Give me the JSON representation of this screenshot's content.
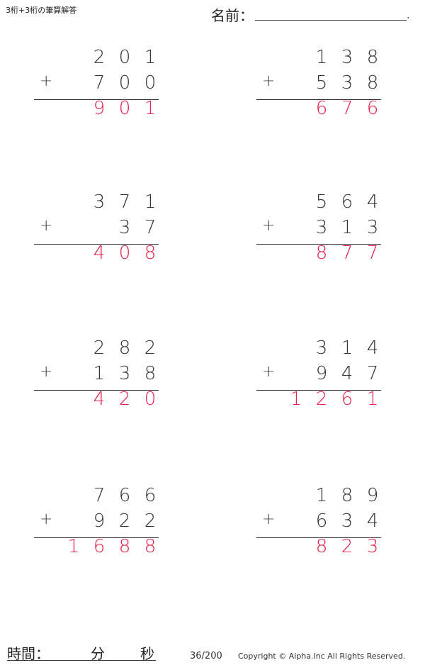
{
  "header": {
    "title": "3桁+3桁の筆算解答",
    "name_label": "名前：",
    "name_dot": "."
  },
  "operator": "+",
  "problems": [
    {
      "a": [
        "2",
        "0",
        "1"
      ],
      "b": [
        "7",
        "0",
        "0"
      ],
      "answer": [
        "9",
        "0",
        "1"
      ]
    },
    {
      "a": [
        "1",
        "3",
        "8"
      ],
      "b": [
        "5",
        "3",
        "8"
      ],
      "answer": [
        "6",
        "7",
        "6"
      ]
    },
    {
      "a": [
        "3",
        "7",
        "1"
      ],
      "b": [
        "",
        "3",
        "7"
      ],
      "answer": [
        "4",
        "0",
        "8"
      ]
    },
    {
      "a": [
        "5",
        "6",
        "4"
      ],
      "b": [
        "3",
        "1",
        "3"
      ],
      "answer": [
        "8",
        "7",
        "7"
      ]
    },
    {
      "a": [
        "2",
        "8",
        "2"
      ],
      "b": [
        "1",
        "3",
        "8"
      ],
      "answer": [
        "4",
        "2",
        "0"
      ]
    },
    {
      "a": [
        "3",
        "1",
        "4"
      ],
      "b": [
        "9",
        "4",
        "7"
      ],
      "answer": [
        "1",
        "2",
        "6",
        "1"
      ]
    },
    {
      "a": [
        "7",
        "6",
        "6"
      ],
      "b": [
        "9",
        "2",
        "2"
      ],
      "answer": [
        "1",
        "6",
        "8",
        "8"
      ]
    },
    {
      "a": [
        "1",
        "8",
        "9"
      ],
      "b": [
        "6",
        "3",
        "4"
      ],
      "answer": [
        "8",
        "2",
        "3"
      ]
    }
  ],
  "footer": {
    "time_label": "時間：",
    "minutes_label": "分",
    "seconds_label": "秒",
    "page": "36/200",
    "copyright": "Copyright © Alpha.Inc All Rights Reserved."
  },
  "colors": {
    "answer": "#e8204a",
    "text": "#333333"
  }
}
